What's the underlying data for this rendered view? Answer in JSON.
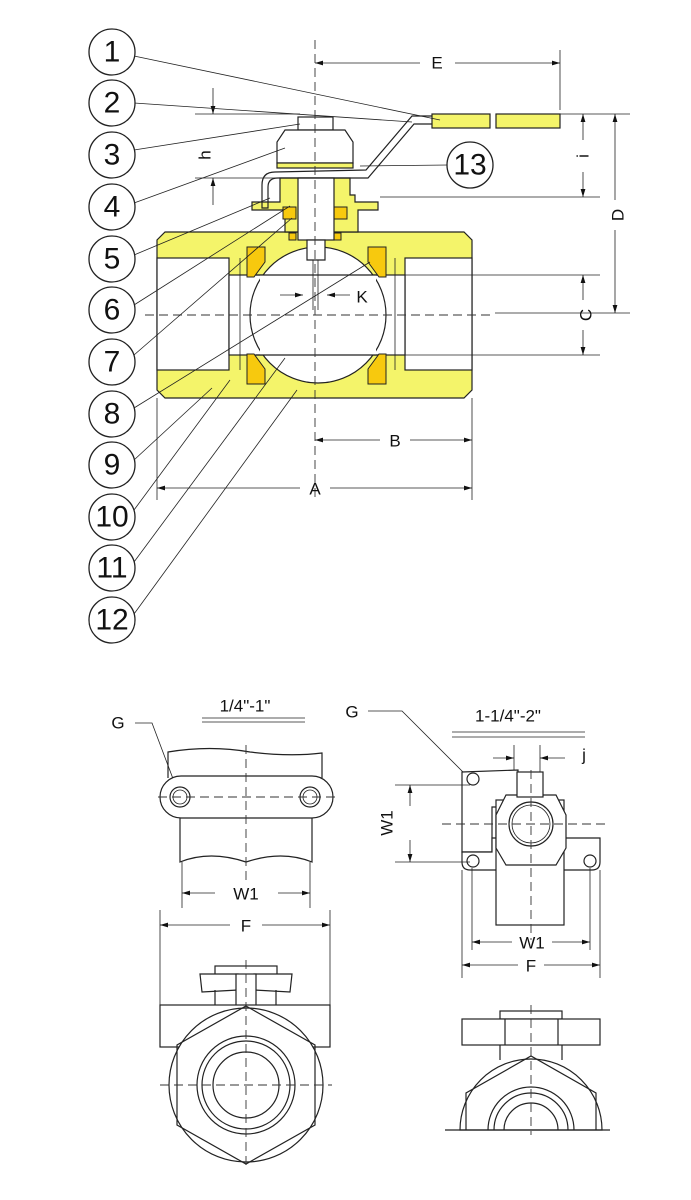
{
  "balloons": [
    "1",
    "2",
    "3",
    "4",
    "5",
    "6",
    "7",
    "8",
    "9",
    "10",
    "11",
    "12",
    "13"
  ],
  "dimensions": {
    "E": "E",
    "h": "h",
    "i": "i",
    "D": "D",
    "C": "C",
    "K": "K",
    "B": "B",
    "A": "A"
  },
  "small_view": {
    "title": "1/4\"-1\"",
    "G": "G",
    "W1": "W1",
    "F": "F"
  },
  "large_view": {
    "title": "1-1/4\"-2\"",
    "G": "G",
    "j": "j",
    "W1_vertical": "W1",
    "W1": "W1",
    "F": "F"
  },
  "colors": {
    "body": "#f4f46a",
    "seat": "#f7c90e"
  }
}
